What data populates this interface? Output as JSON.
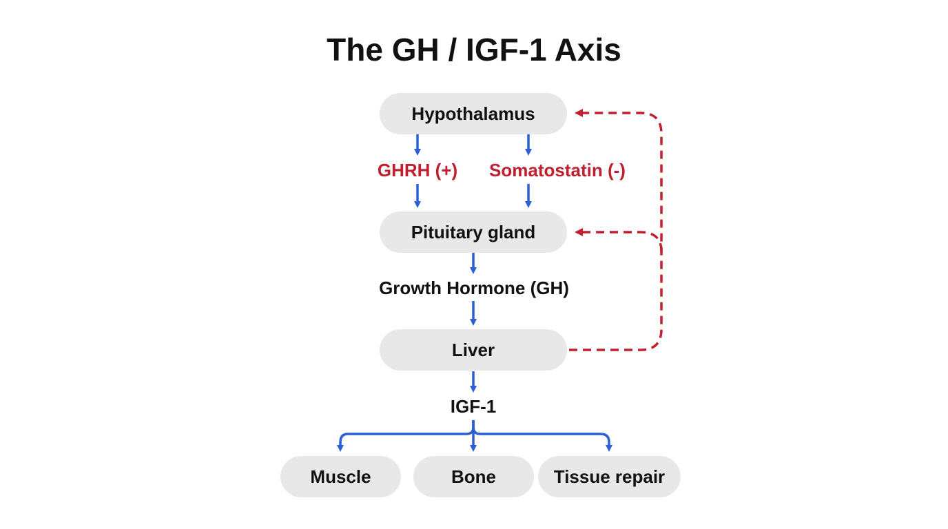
{
  "diagram": {
    "title": "The GH / IGF-1 Axis",
    "nodes": {
      "hypothalamus": "Hypothalamus",
      "pituitary": "Pituitary gland",
      "liver": "Liver",
      "muscle": "Muscle",
      "bone": "Bone",
      "tissue_repair": "Tissue repair"
    },
    "labels": {
      "ghrh": "GHRH (+)",
      "somatostatin": "Somatostatin (-)",
      "gh": "Growth Hormone (GH)",
      "igf1": "IGF-1"
    },
    "colors": {
      "stimulation_arrow": "#2a5fd6",
      "feedback_arrow": "#c0202e",
      "hormone_label_red": "#c0202e",
      "node_fill": "#e8e8e8"
    }
  }
}
